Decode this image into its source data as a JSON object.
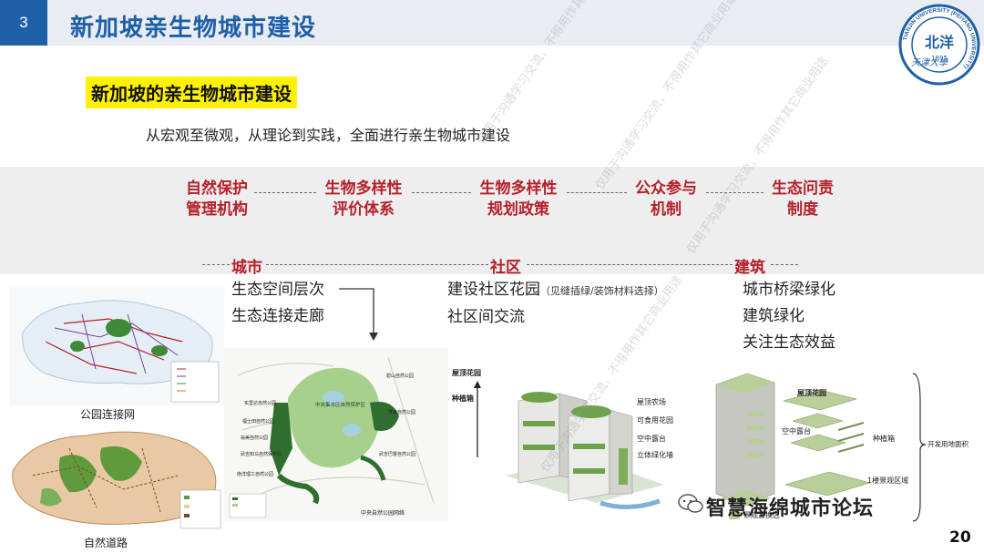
{
  "header": {
    "slide_number": "3",
    "title": "新加坡亲生物城市建设",
    "logo": {
      "ring_text": "TIANJIN UNIVERSITY (PEIYANG UNIVERSITY)",
      "center": "北洋",
      "year": "1895",
      "script": "天津大學"
    }
  },
  "subhead": "新加坡的亲生物城市建设",
  "intro": "从宏观至微观，从理论到实践，全面进行亲生物城市建设",
  "mechanisms": [
    {
      "line1": "自然保护",
      "line2": "管理机构"
    },
    {
      "line1": "生物多样性",
      "line2": "评价体系"
    },
    {
      "line1": "生物多样性",
      "line2": "规划政策"
    },
    {
      "line1": "公众参与",
      "line2": "机制"
    },
    {
      "line1": "生态问责",
      "line2": "制度"
    }
  ],
  "scales": {
    "city": {
      "label": "城市",
      "items": [
        "生态空间层次",
        "生态连接走廊"
      ]
    },
    "community": {
      "label": "社区",
      "item1": "建设社区花园",
      "item1_note": "（见缝插绿/装饰材料选择）",
      "item2": "社区间交流"
    },
    "building": {
      "label": "建筑",
      "items": [
        "城市桥梁绿化",
        "建筑绿化",
        "关注生态效益"
      ]
    }
  },
  "images": {
    "park_map_caption": "公园连接网",
    "nature_map_caption": "自然道路",
    "central_park": {
      "labels": [
        "中央集水区自然保护区",
        "武吉知马自然保护区",
        "实里达自然公园",
        "碧山自然公园",
        "滨海自然公园",
        "翁美自然公园",
        "福士田自然公园",
        "武吉巴督自然公园",
        "南洋理工自然公园"
      ],
      "footer": "中央自然公园网络"
    },
    "community_building": {
      "labels": [
        "屋顶花园",
        "种植箱",
        "屋顶农场",
        "可食用花园",
        "空中露台",
        "立体绿化墙"
      ]
    },
    "building_diagram": {
      "labels": [
        "屋顶花园",
        "空中露台",
        "种植箱",
        "1楼景观区域",
        "景观置换区"
      ],
      "brace_label": "开发用地面积"
    }
  },
  "watermark": "仅用于沟通学习交流，不得用作其它商业用途",
  "footer": {
    "brand": "智慧海绵城市论坛",
    "page": "20"
  }
}
